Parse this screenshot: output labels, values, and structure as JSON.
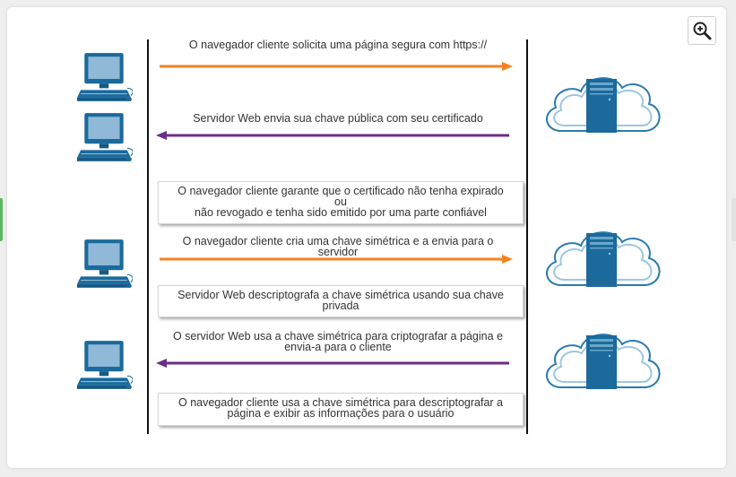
{
  "colors": {
    "request_arrow": "#f58220",
    "response_arrow": "#6b2d8b",
    "computer": "#1b6a9b",
    "cloud_stroke": "#1b6a9b",
    "server": "#1b6a9b"
  },
  "icons": {
    "zoom": "zoom-in-icon",
    "client": "computer-icon",
    "server": "server-cloud-icon"
  },
  "steps": {
    "s1": "O navegador cliente solicita uma página segura com https://",
    "s2": "Servidor Web envia sua chave pública com seu certificado",
    "s3": {
      "line1": "O navegador cliente garante que o certificado não tenha expirado",
      "line2": "ou",
      "line3": "não revogado e tenha sido emitido por uma parte confiável"
    },
    "s4": {
      "line1": "O navegador cliente cria uma chave simétrica e a envia para o",
      "line2": "servidor"
    },
    "s5": {
      "line1": "Servidor Web descriptografa a chave simétrica usando sua chave",
      "line2": "privada"
    },
    "s6": {
      "line1": "O servidor Web usa a chave simétrica para criptografar a página e",
      "line2": "envia-a para o cliente"
    },
    "s7": {
      "line1": "O navegador cliente usa a chave simétrica para descriptografar a",
      "line2": "página e exibir as informações para o usuário"
    }
  }
}
